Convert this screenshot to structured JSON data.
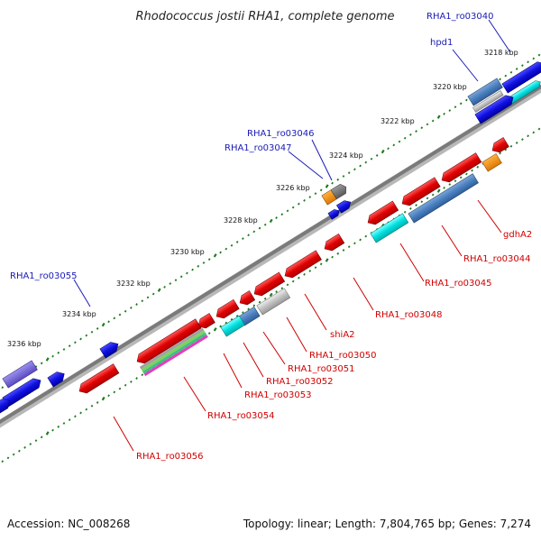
{
  "title": "Rhodococcus jostii RHA1, complete genome",
  "footer": {
    "accession": "Accession: NC_008268",
    "summary": "Topology: linear; Length: 7,804,765 bp; Genes: 7,274"
  },
  "scale_labels": [
    "3218 kbp",
    "3220 kbp",
    "3222 kbp",
    "3224 kbp",
    "3226 kbp",
    "3228 kbp",
    "3230 kbp",
    "3232 kbp",
    "3234 kbp",
    "3236 kbp"
  ],
  "gene_labels_top": [
    "RHA1_ro03040",
    "hpd1",
    "RHA1_ro03046",
    "RHA1_ro03047",
    "RHA1_ro03055"
  ],
  "gene_labels_bottom": [
    "gdhA2",
    "RHA1_ro03044",
    "RHA1_ro03045",
    "RHA1_ro03048",
    "shiA2",
    "RHA1_ro03050",
    "RHA1_ro03051",
    "RHA1_ro03052",
    "RHA1_ro03053",
    "RHA1_ro03054",
    "RHA1_ro03056"
  ],
  "colors": {
    "forward_gene": "#1010e0",
    "reverse_gene": "#e00000",
    "backbone": "#888888",
    "tick": "#1f7a1f",
    "label_blue": "#1a1ab8",
    "label_red": "#d00000",
    "steelblue": "#4a7fbf",
    "cyan": "#00e0e0",
    "orange": "#f08a00",
    "silver": "#c0c0c0",
    "violet": "#7060d0"
  }
}
